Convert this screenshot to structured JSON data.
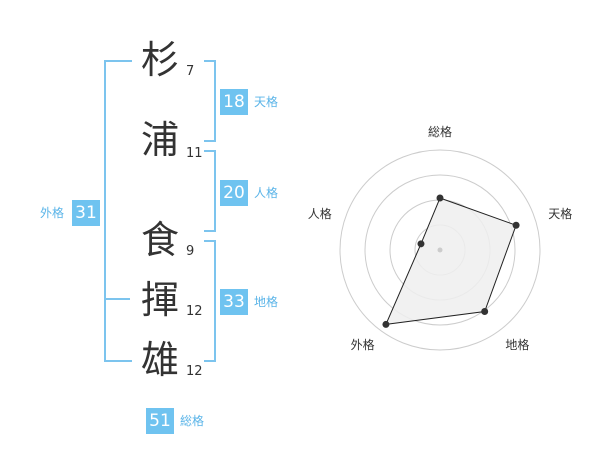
{
  "characters": [
    {
      "char": "杉",
      "strokes": "7"
    },
    {
      "char": "浦",
      "strokes": "11"
    },
    {
      "char": "食",
      "strokes": "9"
    },
    {
      "char": "揮",
      "strokes": "12"
    },
    {
      "char": "雄",
      "strokes": "12"
    }
  ],
  "scores": {
    "tenkaku": {
      "value": "18",
      "label": "天格"
    },
    "jinkaku": {
      "value": "20",
      "label": "人格"
    },
    "chikaku": {
      "value": "33",
      "label": "地格"
    },
    "gaikaku": {
      "value": "31",
      "label": "外格"
    },
    "soukaku": {
      "value": "51",
      "label": "総格"
    }
  },
  "chart_data": {
    "type": "radar",
    "axes": [
      "総格",
      "天格",
      "地格",
      "外格",
      "人格"
    ],
    "values": [
      2.6,
      4.0,
      3.8,
      4.6,
      1.0
    ],
    "range": [
      0,
      5
    ],
    "rings": 4,
    "fill_color": "#eeeeee",
    "line_color": "#222222",
    "grid_color": "#cccccc"
  },
  "colors": {
    "accent": "#6fc3f0",
    "bracket": "#7cc4ee",
    "label": "#5ab4e8"
  }
}
